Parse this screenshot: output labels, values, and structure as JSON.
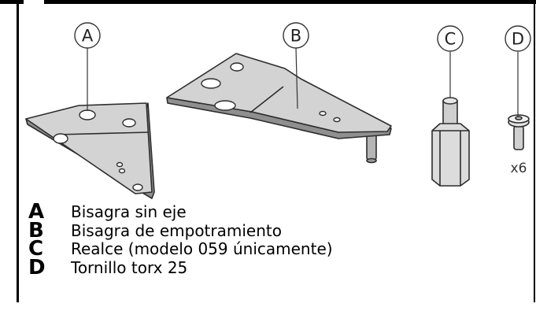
{
  "callouts": [
    "A",
    "B",
    "C",
    "D"
  ],
  "quantity_label": "x6",
  "legend": [
    {
      "key": "A",
      "text": "Bisagra sin eje"
    },
    {
      "key": "B",
      "text": "Bisagra de empotramiento"
    },
    {
      "key": "C",
      "text": "Realce (modelo 059 únicamente)"
    },
    {
      "key": "D",
      "text": "Tornillo torx 25"
    }
  ]
}
